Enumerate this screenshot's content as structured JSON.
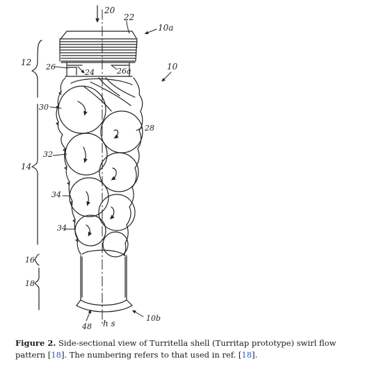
{
  "figure": {
    "labels": {
      "l20": "20",
      "l22": "22",
      "l10a": "10a",
      "l10": "10",
      "l12": "12",
      "l26": "26",
      "l24": "24",
      "l26a": "26a",
      "l30": "30",
      "l28": "28",
      "l32": "32",
      "l14": "14",
      "l34a": "34",
      "l34b": "34",
      "l16": "16",
      "l18": "18",
      "l48": "48",
      "lhs": "h s",
      "l10b": "10b"
    }
  },
  "caption": {
    "label": "Figure 2.",
    "text_1": " Side-sectional view of Turritella shell (Turritap prototype) swirl flow pattern [",
    "ref_1": "18",
    "text_2": "]. The numbering refers to that used in ref. [",
    "ref_2": "18",
    "text_3": "].",
    "link_color": "#2a58b8"
  }
}
